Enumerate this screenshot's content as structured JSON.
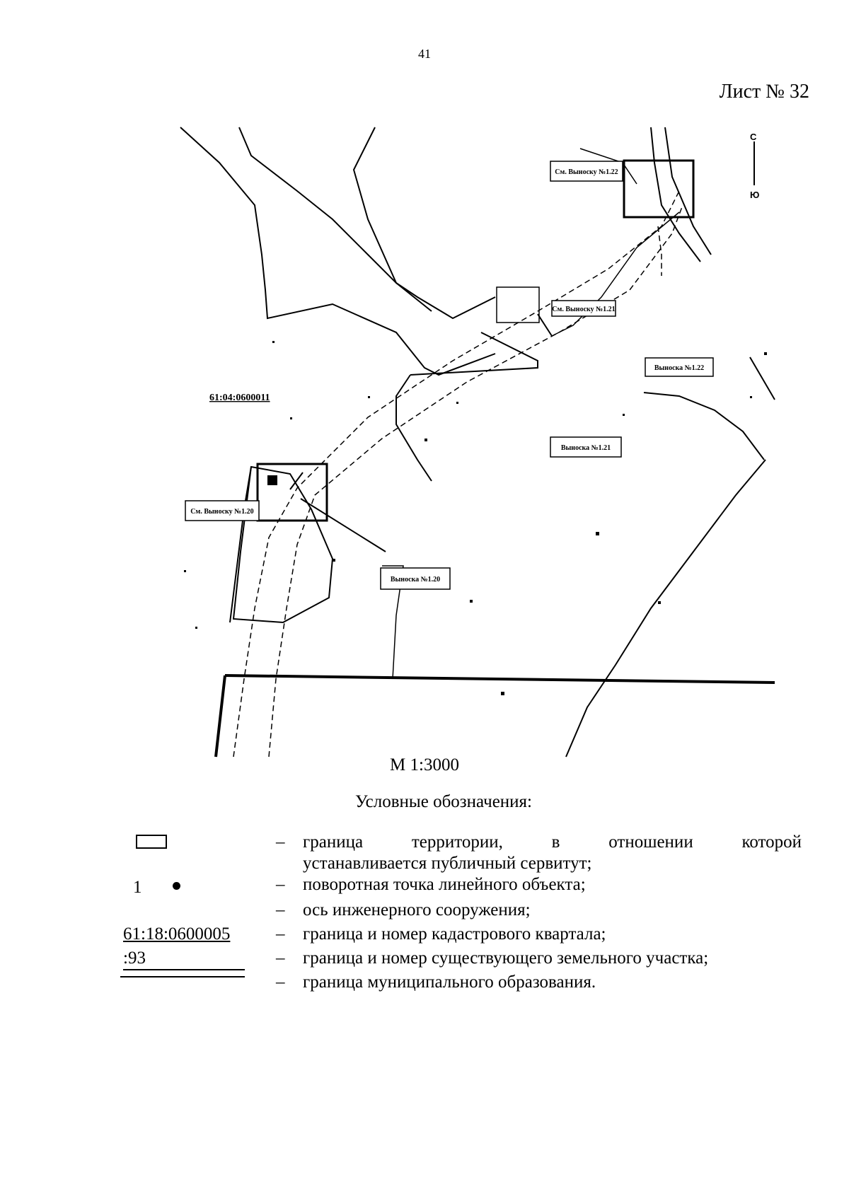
{
  "page_number": "41",
  "sheet_label": "Лист № 32",
  "map": {
    "north_letter": "С",
    "south_letter": "Ю",
    "cadastral_block": "61:04:0600011",
    "callouts": [
      "См. Выноску №1.22",
      "См. Выноску №1.21",
      "Выноска №1.22",
      "Выноска №1.21",
      "См. Выноску №1.20",
      "Выноска №1.20"
    ]
  },
  "scale": "М 1:3000",
  "legend": {
    "title": "Условные обозначения:",
    "dash": "–",
    "point_number": "1",
    "cadastral_number": "61:18:0600005",
    "plot_number": ":93",
    "items": [
      {
        "line1": "граница территории, в отношении которой",
        "line2": "устанавливается публичный сервитут;"
      },
      {
        "text": "поворотная точка линейного объекта;"
      },
      {
        "text": "ось инженерного сооружения;"
      },
      {
        "text": "граница и номер кадастрового квартала;"
      },
      {
        "text": "граница и номер существующего земельного участка;"
      },
      {
        "text": "граница муниципального образования."
      }
    ]
  }
}
